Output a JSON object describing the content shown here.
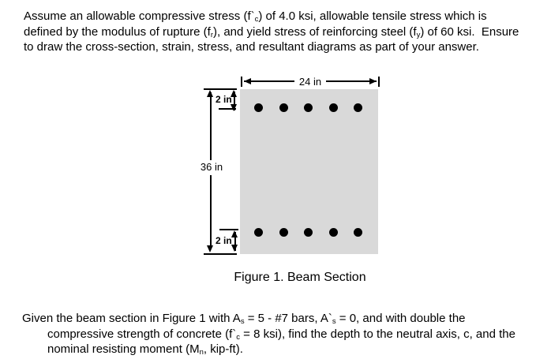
{
  "page": {
    "background": "#ffffff",
    "text_color": "#000000"
  },
  "intro": {
    "lines": [
      {
        "indent": 0,
        "runs": [
          {
            "t": "Assume an allowable compressive stress (f`"
          },
          {
            "t": "c",
            "s": "sub"
          },
          {
            "t": ") of 4.0 ksi, allowable tensile stress which is"
          }
        ]
      },
      {
        "indent": 0,
        "runs": [
          {
            "t": "defined by the modulus of rupture (f"
          },
          {
            "t": "r",
            "s": "sub"
          },
          {
            "t": "), and yield stress of reinforcing steel (f"
          },
          {
            "t": "y",
            "s": "sub"
          },
          {
            "t": ") of 60 ksi.  Ensure"
          }
        ]
      },
      {
        "indent": 0,
        "runs": [
          {
            "t": "to draw the cross-section, strain, stress, and resultant diagrams as part of your answer."
          }
        ]
      }
    ]
  },
  "figure": {
    "caption": "Figure 1. Beam Section",
    "width_label": "24 in",
    "height_label": "36 in",
    "top_cover_label": "2 in",
    "bottom_cover_label": "2 in",
    "section_fill": "#d9d9d9",
    "bar_color": "#000000",
    "bars_per_row": 5,
    "bar_rows": 2
  },
  "problem": {
    "lines": [
      {
        "indent": 0,
        "runs": [
          {
            "t": "Given the beam section in Figure 1 with A"
          },
          {
            "t": "s",
            "s": "sub"
          },
          {
            "t": " = 5 - #7 bars, A`"
          },
          {
            "t": "s",
            "s": "sub"
          },
          {
            "t": " = 0, and with double the"
          }
        ]
      },
      {
        "indent": 32,
        "runs": [
          {
            "t": "compressive strength of concrete (f`"
          },
          {
            "t": "c",
            "s": "sub"
          },
          {
            "t": " = 8 ksi), find the depth to the neutral axis, c, and the"
          }
        ]
      },
      {
        "indent": 32,
        "runs": [
          {
            "t": "nominal resisting moment (M"
          },
          {
            "t": "n",
            "s": "sub"
          },
          {
            "t": ", kip-ft)."
          }
        ]
      }
    ]
  }
}
